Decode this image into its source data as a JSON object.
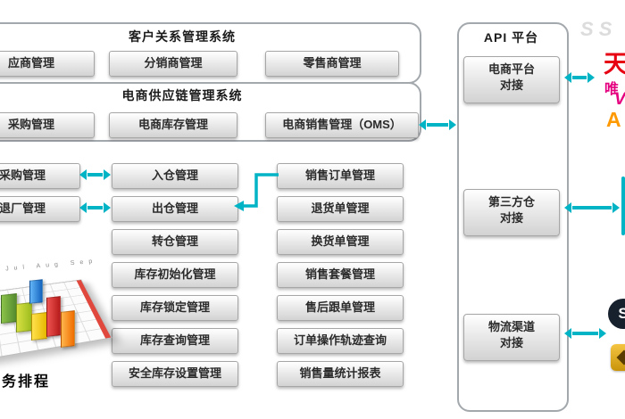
{
  "colors": {
    "arrow": "#00b4c5",
    "container_border": "#a3a8ad",
    "tmall_red": "#e60012",
    "vip_magenta": "#e4007f",
    "amazon_orange": "#ff9900"
  },
  "crm": {
    "title": "客户关系管理系统",
    "items": [
      "应商管理",
      "分销商管理",
      "零售商管理"
    ]
  },
  "scm": {
    "title": "电商供应链管理系统",
    "items": [
      "采购管理",
      "电商库存管理",
      "电商销售管理（OMS）"
    ]
  },
  "purchase_column": [
    "采购管理",
    "退厂管理"
  ],
  "warehouse_column": [
    "入仓管理",
    "出仓管理",
    "转仓管理",
    "库存初始化管理",
    "库存锁定管理",
    "库存查询管理",
    "安全库存设置管理"
  ],
  "sales_column": [
    "销售订单管理",
    "退货单管理",
    "换货单管理",
    "销售套餐管理",
    "售后跟单管理",
    "订单操作轨迹查询",
    "销售量统计报表"
  ],
  "api": {
    "title": "API 平台",
    "items": [
      {
        "line1": "电商平台",
        "line2": "对接"
      },
      {
        "line1": "第三方仓",
        "line2": "对接"
      },
      {
        "line1": "物流渠道",
        "line2": "对接"
      }
    ]
  },
  "schedule": {
    "label": "务排程",
    "months": "Jul Aug Sep"
  },
  "logos": {
    "watermark": "S S",
    "tmall": "天",
    "vip": "唯",
    "vip_v": "V",
    "amazon": "A",
    "courier": "S"
  }
}
